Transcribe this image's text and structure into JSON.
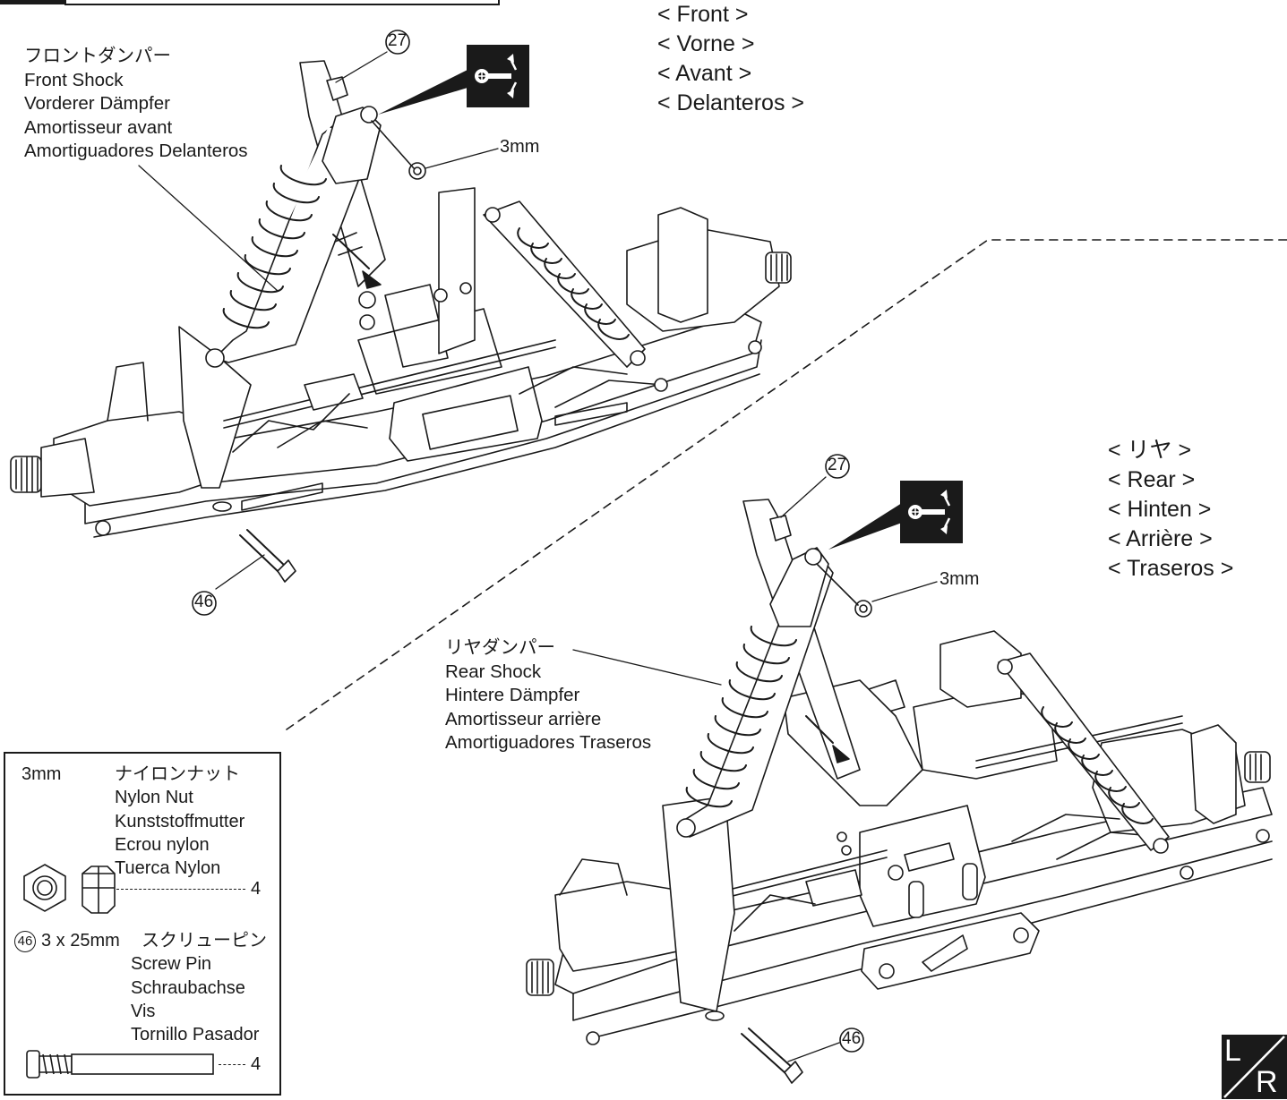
{
  "front": {
    "section_labels": [
      "< Front >",
      "< Vorne >",
      "< Avant >",
      "< Delanteros >"
    ],
    "shock_label": [
      "フロントダンパー",
      "Front Shock",
      "Vorderer Dämpfer",
      "Amortisseur avant",
      "Amortiguadores Delanteros"
    ],
    "part_27": "27",
    "part_46": "46",
    "nut_size": "3mm"
  },
  "rear": {
    "section_labels": [
      "< リヤ >",
      "< Rear >",
      "< Hinten >",
      "< Arrière >",
      "< Traseros >"
    ],
    "shock_label": [
      "リヤダンパー",
      "Rear Shock",
      "Hintere Dämpfer",
      "Amortisseur arrière",
      "Amortiguadores Traseros"
    ],
    "part_27": "27",
    "part_46": "46",
    "nut_size": "3mm"
  },
  "legend": {
    "nut": {
      "size": "3mm",
      "names": [
        "ナイロンナット",
        "Nylon Nut",
        "Kunststoffmutter",
        "Ecrou nylon",
        "Tuerca Nylon"
      ],
      "qty": "4"
    },
    "pin": {
      "number": "46",
      "size": "3 x 25mm",
      "names": [
        "スクリューピン",
        "Screw Pin",
        "Schraubachse",
        "Vis",
        "Tornillo Pasador"
      ],
      "qty": "4"
    }
  },
  "icons": {
    "swing_icon": "pivot-swing-icon",
    "lr_badge": "left-right-badge"
  },
  "lr_badge": {
    "left": "L",
    "right": "R"
  }
}
